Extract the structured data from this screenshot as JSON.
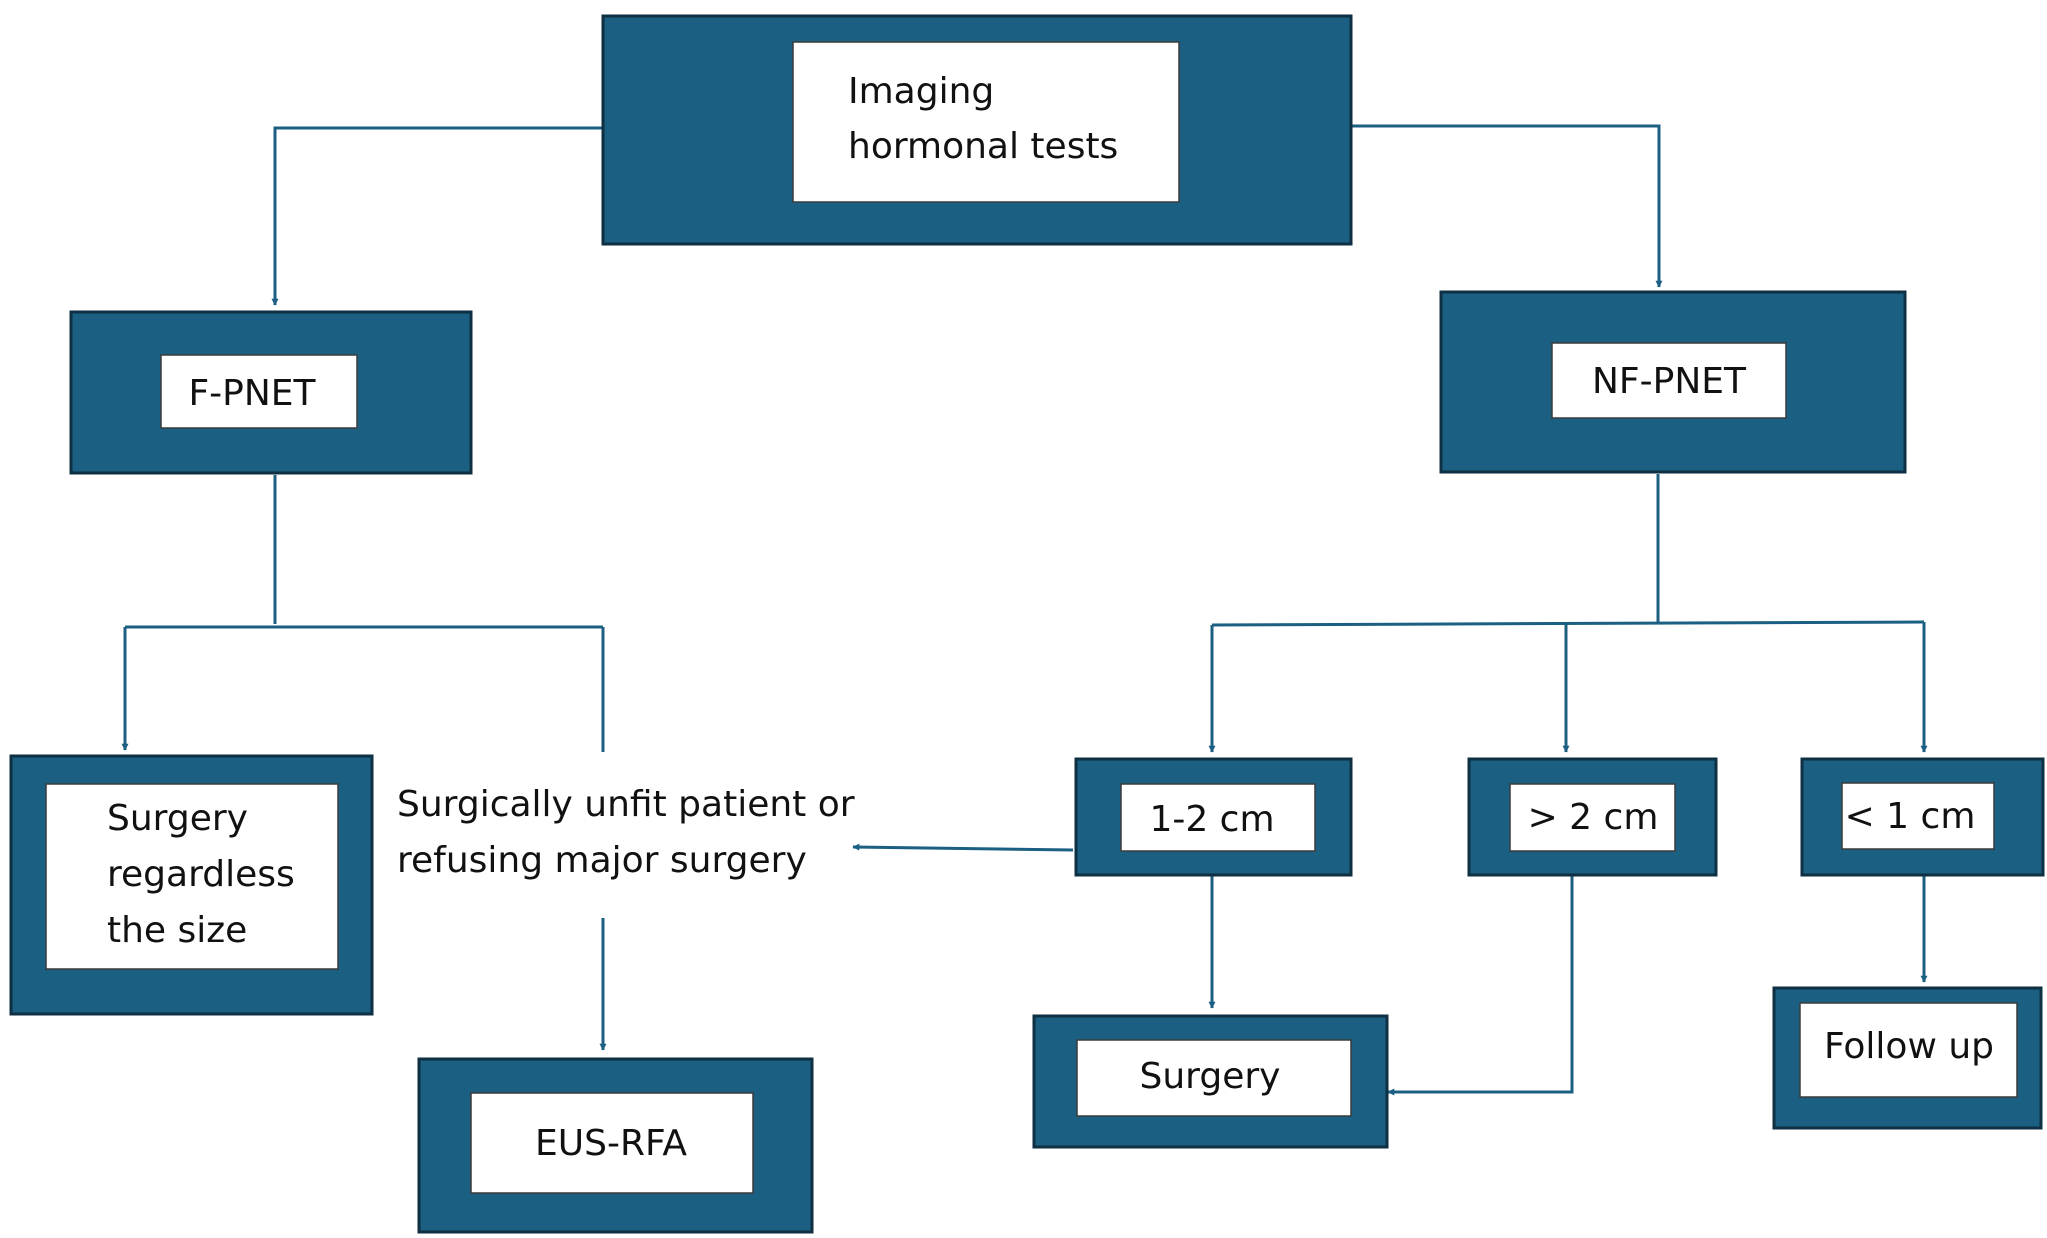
{
  "diagram": {
    "colors": {
      "box": "#1b5f82",
      "box_border": "#0f2f42",
      "inner": "#ffffff",
      "edge": "#1b5f82",
      "text": "#111111"
    },
    "nodes": {
      "imaging": {
        "lines": [
          "Imaging",
          "hormonal tests"
        ]
      },
      "f_pnet": {
        "lines": [
          "F-PNET"
        ]
      },
      "nf_pnet": {
        "lines": [
          "NF-PNET"
        ]
      },
      "surgery_regardless": {
        "lines": [
          "Surgery",
          "regardless",
          "the size"
        ]
      },
      "surgically_unfit": {
        "lines": [
          "Surgically unfit patient or",
          "refusing major surgery"
        ]
      },
      "eus_rfa": {
        "lines": [
          "EUS-RFA"
        ]
      },
      "size_1_2": {
        "lines": [
          "1-2 cm"
        ]
      },
      "size_gt2": {
        "lines": [
          "> 2 cm"
        ]
      },
      "size_lt1": {
        "lines": [
          "< 1 cm"
        ]
      },
      "surgery": {
        "lines": [
          "Surgery"
        ]
      },
      "follow_up": {
        "lines": [
          "Follow up"
        ]
      }
    }
  }
}
